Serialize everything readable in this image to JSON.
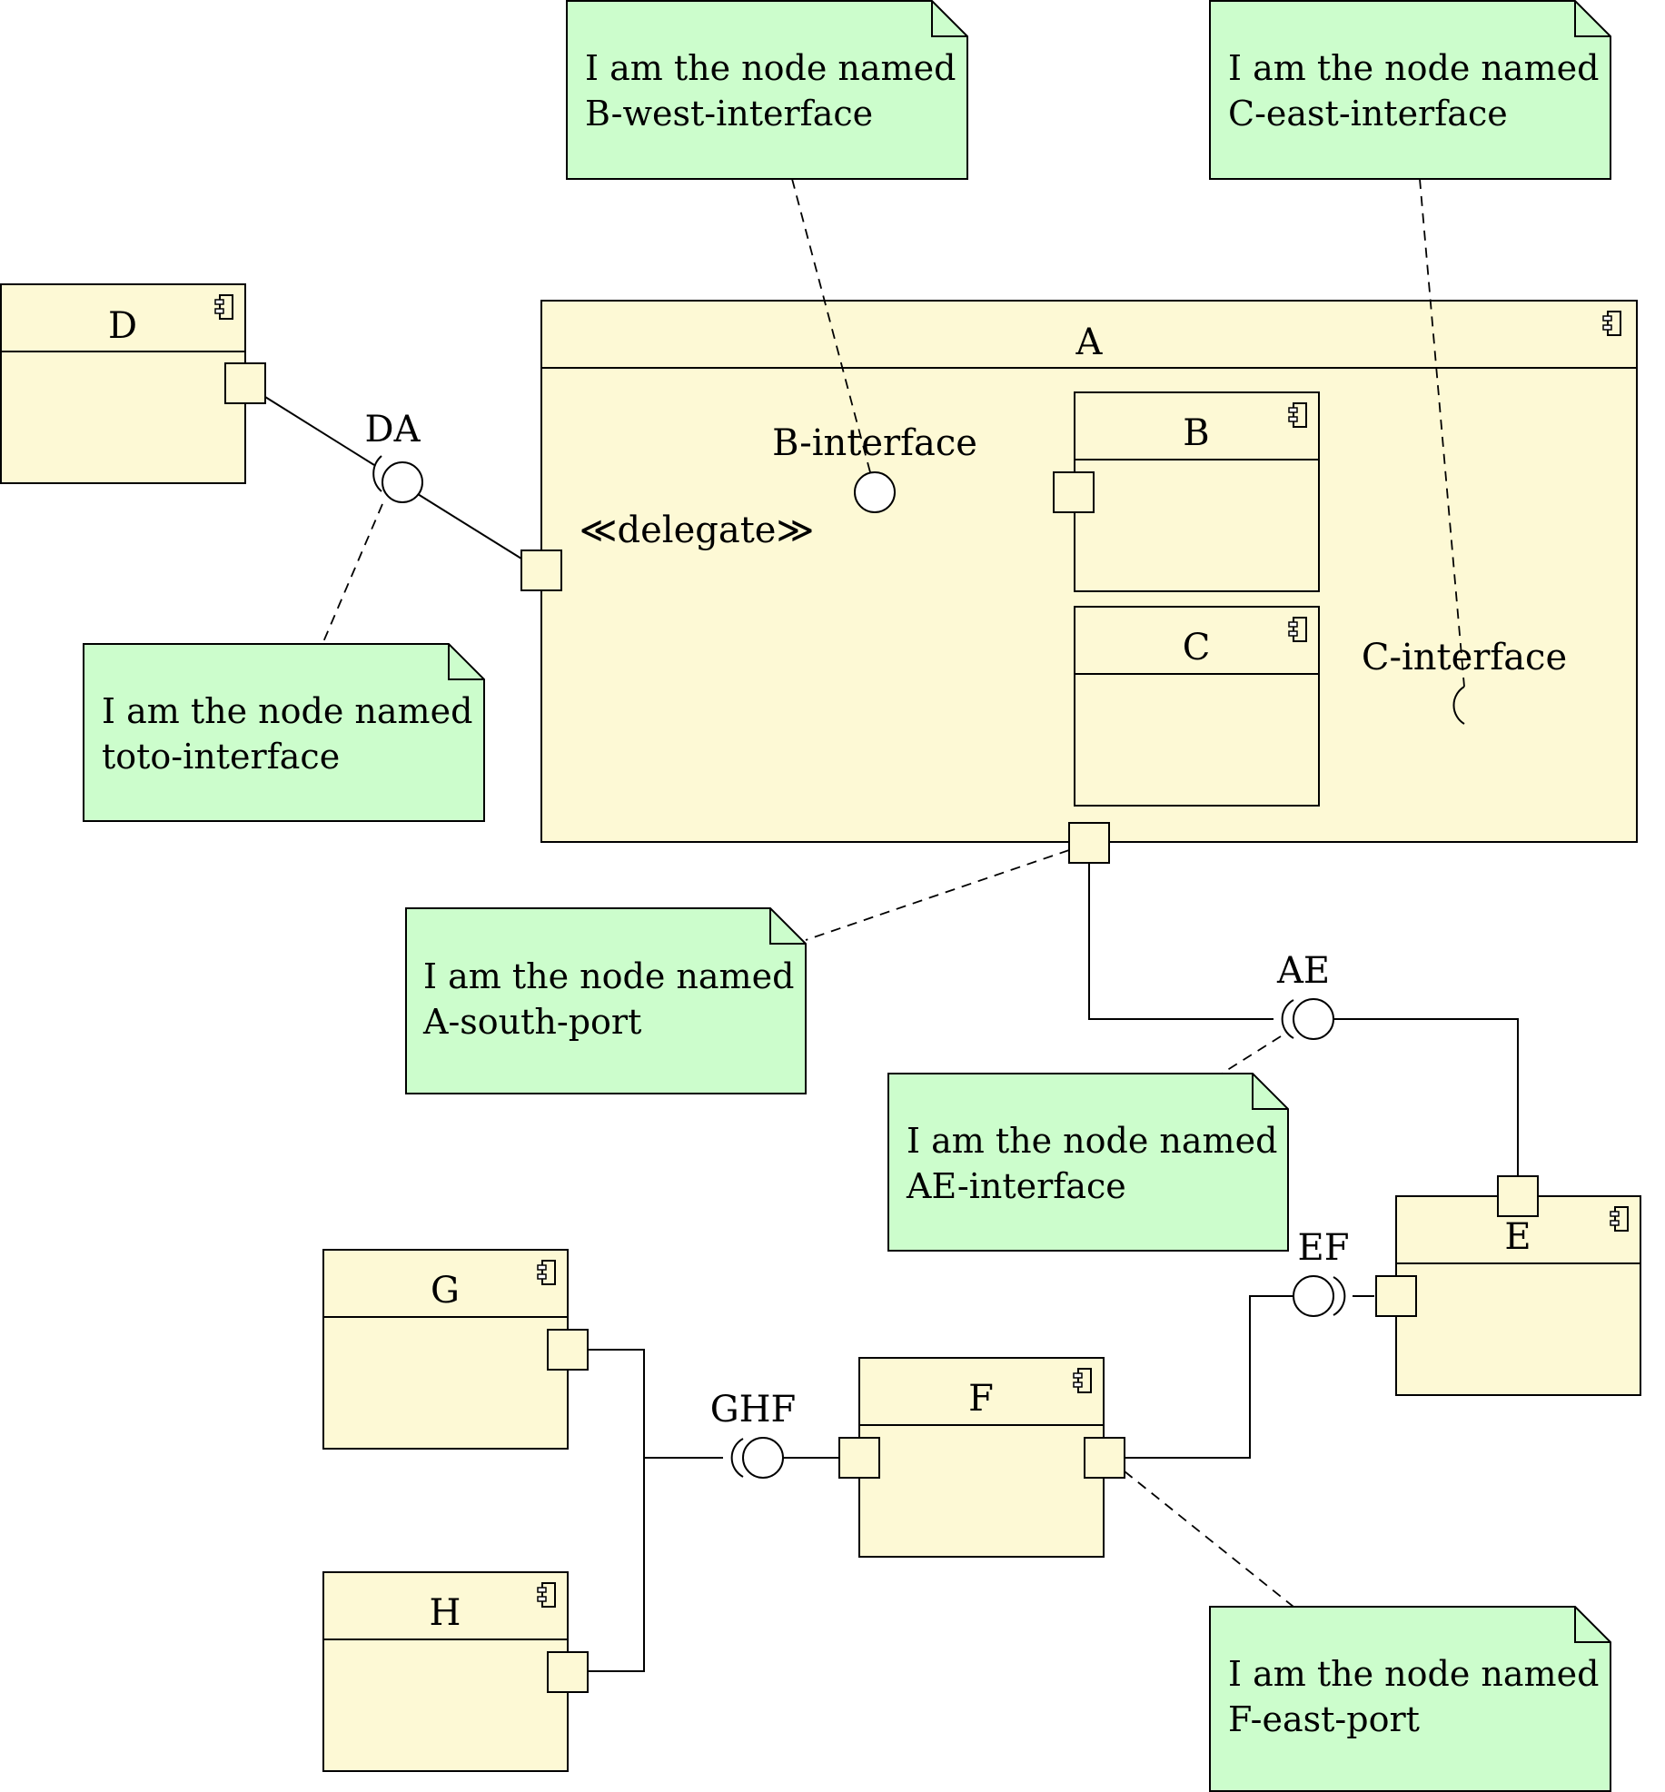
{
  "colors": {
    "component_fill": "#fdf9d5",
    "note_fill": "#ccfdcc",
    "stroke": "#000000",
    "background": "#ffffff"
  },
  "components": {
    "A": "A",
    "B": "B",
    "C": "C",
    "D": "D",
    "E": "E",
    "F": "F",
    "G": "G",
    "H": "H"
  },
  "interfaces": {
    "DA": "DA",
    "B_interface": "B-interface",
    "C_interface": "C-interface",
    "AE": "AE",
    "EF": "EF",
    "GHF": "GHF"
  },
  "delegate_label": "≪delegate≫",
  "notes": {
    "b_west": [
      "I am the node named",
      "B-west-interface"
    ],
    "c_east": [
      "I am the node named",
      "C-east-interface"
    ],
    "toto": [
      "I am the node named",
      "toto-interface"
    ],
    "a_south": [
      "I am the node named",
      "A-south-port"
    ],
    "ae": [
      "I am the node named",
      "AE-interface"
    ],
    "f_east": [
      "I am the node named",
      "F-east-port"
    ]
  },
  "icons": {
    "component_icon": "uml-component-icon",
    "port": "square-port",
    "provided_interface": "lollipop-circle",
    "required_interface": "socket-arc"
  }
}
